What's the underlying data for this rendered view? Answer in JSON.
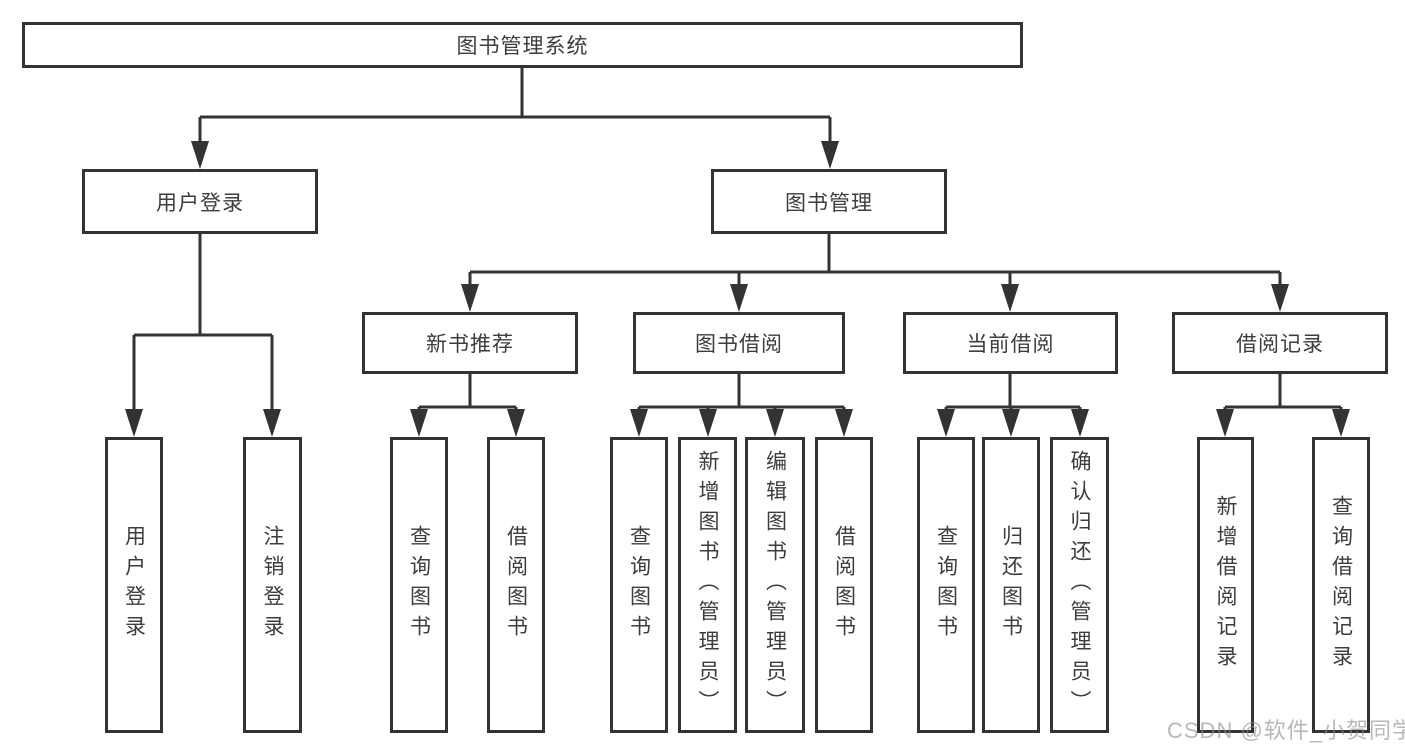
{
  "colors": {
    "line": "#333333",
    "node_border": "#333333",
    "node_text": "#3d3d3d",
    "background": "#ffffff",
    "watermark_text": "#8c8c8c"
  },
  "tree": {
    "root": "图书管理系统",
    "children": [
      {
        "label": "用户登录",
        "children": [
          {
            "label": "用户登录"
          },
          {
            "label": "注销登录"
          }
        ]
      },
      {
        "label": "图书管理",
        "children": [
          {
            "label": "新书推荐",
            "children": [
              {
                "label": "查询图书"
              },
              {
                "label": "借阅图书"
              }
            ]
          },
          {
            "label": "图书借阅",
            "children": [
              {
                "label": "查询图书"
              },
              {
                "label": "新增图书（管理员）"
              },
              {
                "label": "编辑图书（管理员）"
              },
              {
                "label": "借阅图书"
              }
            ]
          },
          {
            "label": "当前借阅",
            "children": [
              {
                "label": "查询图书"
              },
              {
                "label": "归还图书"
              },
              {
                "label": "确认归还（管理员）"
              }
            ]
          },
          {
            "label": "借阅记录",
            "children": [
              {
                "label": "新增借阅记录"
              },
              {
                "label": "查询借阅记录"
              }
            ]
          }
        ]
      }
    ]
  },
  "watermark": "CSDN @软件_小贺同学"
}
